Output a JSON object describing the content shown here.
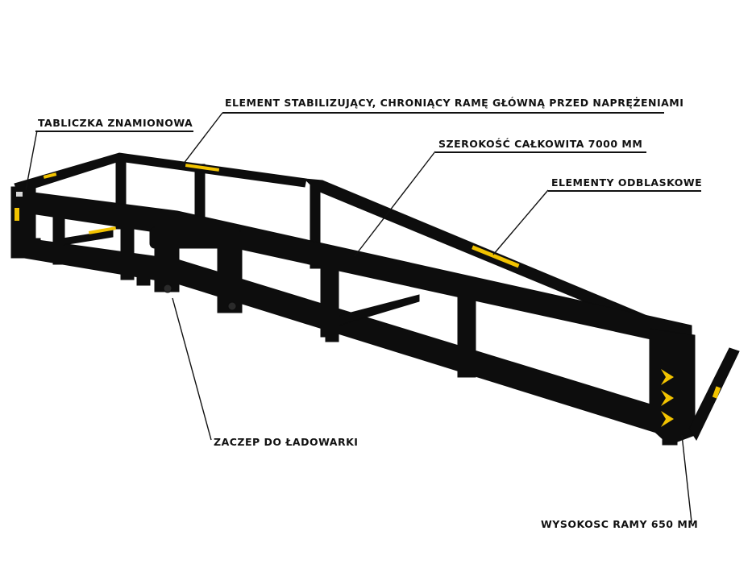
{
  "annotations": [
    {
      "id": "stabilizer",
      "text": "ELEMENT STABILIZUJĄCY, CHRONIĄCY RAMĘ GŁÓWNĄ PRZED NAPRĘŻENIAMI"
    },
    {
      "id": "nameplate",
      "text": "TABLICZKA ZNAMIONOWA"
    },
    {
      "id": "total-width",
      "text": "SZEROKOŚĆ CAŁKOWITA 7000 MM"
    },
    {
      "id": "reflective",
      "text": "ELEMENTY ODBLASKOWE"
    },
    {
      "id": "loader-hitch",
      "text": "ZACZEP DO ŁADOWARKI"
    },
    {
      "id": "frame-height",
      "text": "WYSOKOSC RAMY 650 MM"
    }
  ],
  "colors": {
    "steel": "#0d0d0d",
    "steel_edge": "#2a2a2a",
    "reflector_yellow": "#f2c300",
    "leader_line": "#111111",
    "background": "#ffffff"
  }
}
